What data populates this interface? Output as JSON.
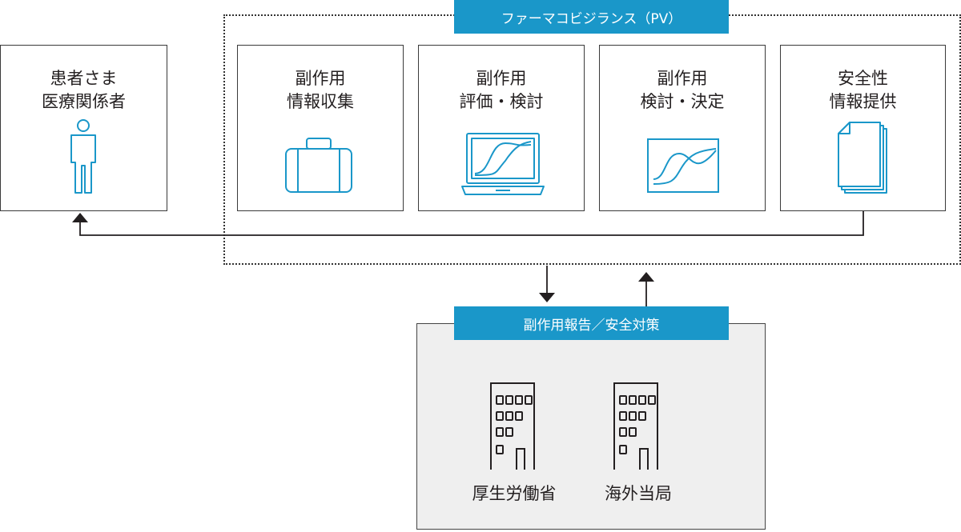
{
  "pv_banner": "ファーマコビジランス（PV）",
  "report_banner": "副作用報告／安全対策",
  "patient_box": {
    "line1": "患者さま",
    "line2": "医療関係者",
    "icon": "person-icon"
  },
  "steps": [
    {
      "line1": "副作用",
      "line2": "情報収集",
      "icon": "briefcase-icon"
    },
    {
      "line1": "副作用",
      "line2": "評価・検討",
      "icon": "laptop-chart-icon"
    },
    {
      "line1": "副作用",
      "line2": "検討・決定",
      "icon": "chart-icon"
    },
    {
      "line1": "安全性",
      "line2": "情報提供",
      "icon": "documents-icon"
    }
  ],
  "authorities": [
    {
      "label": "厚生労働省",
      "icon": "building-icon"
    },
    {
      "label": "海外当局",
      "icon": "building-icon"
    }
  ],
  "colors": {
    "accent": "#1a97c9",
    "stroke": "#231f20",
    "panel": "#efefef"
  }
}
